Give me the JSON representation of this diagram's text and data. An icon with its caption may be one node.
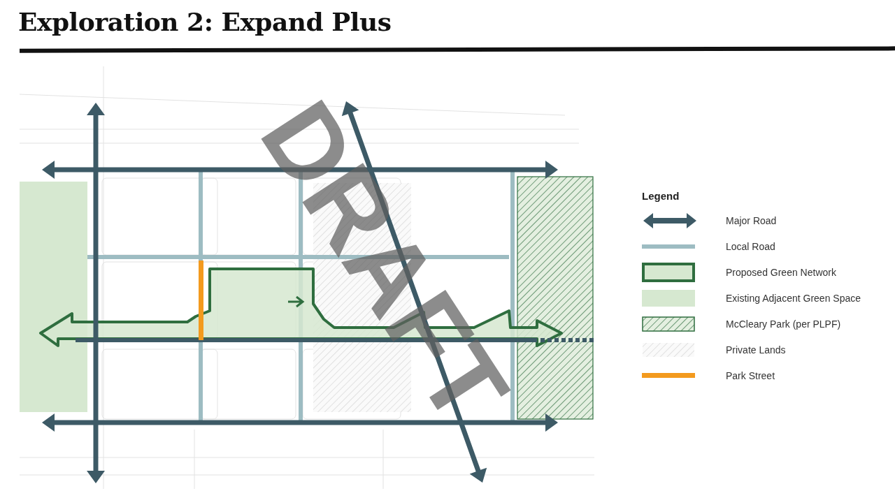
{
  "diagram": {
    "title": "Exploration 2: Expand Plus",
    "labels": [
      "Legend",
      "DRAFT"
    ],
    "legend": [
      {
        "text": "Major Road"
      },
      {
        "text": "Local Road"
      },
      {
        "text": "Proposed Green Network"
      },
      {
        "text": "Existing Adjacent Green Space",
        "color": "#d6e8d0"
      },
      {
        "text": "McCleary Park (per PLPF)"
      },
      {
        "text": "Private Lands"
      },
      {
        "text": "Park Street"
      }
    ]
  }
}
